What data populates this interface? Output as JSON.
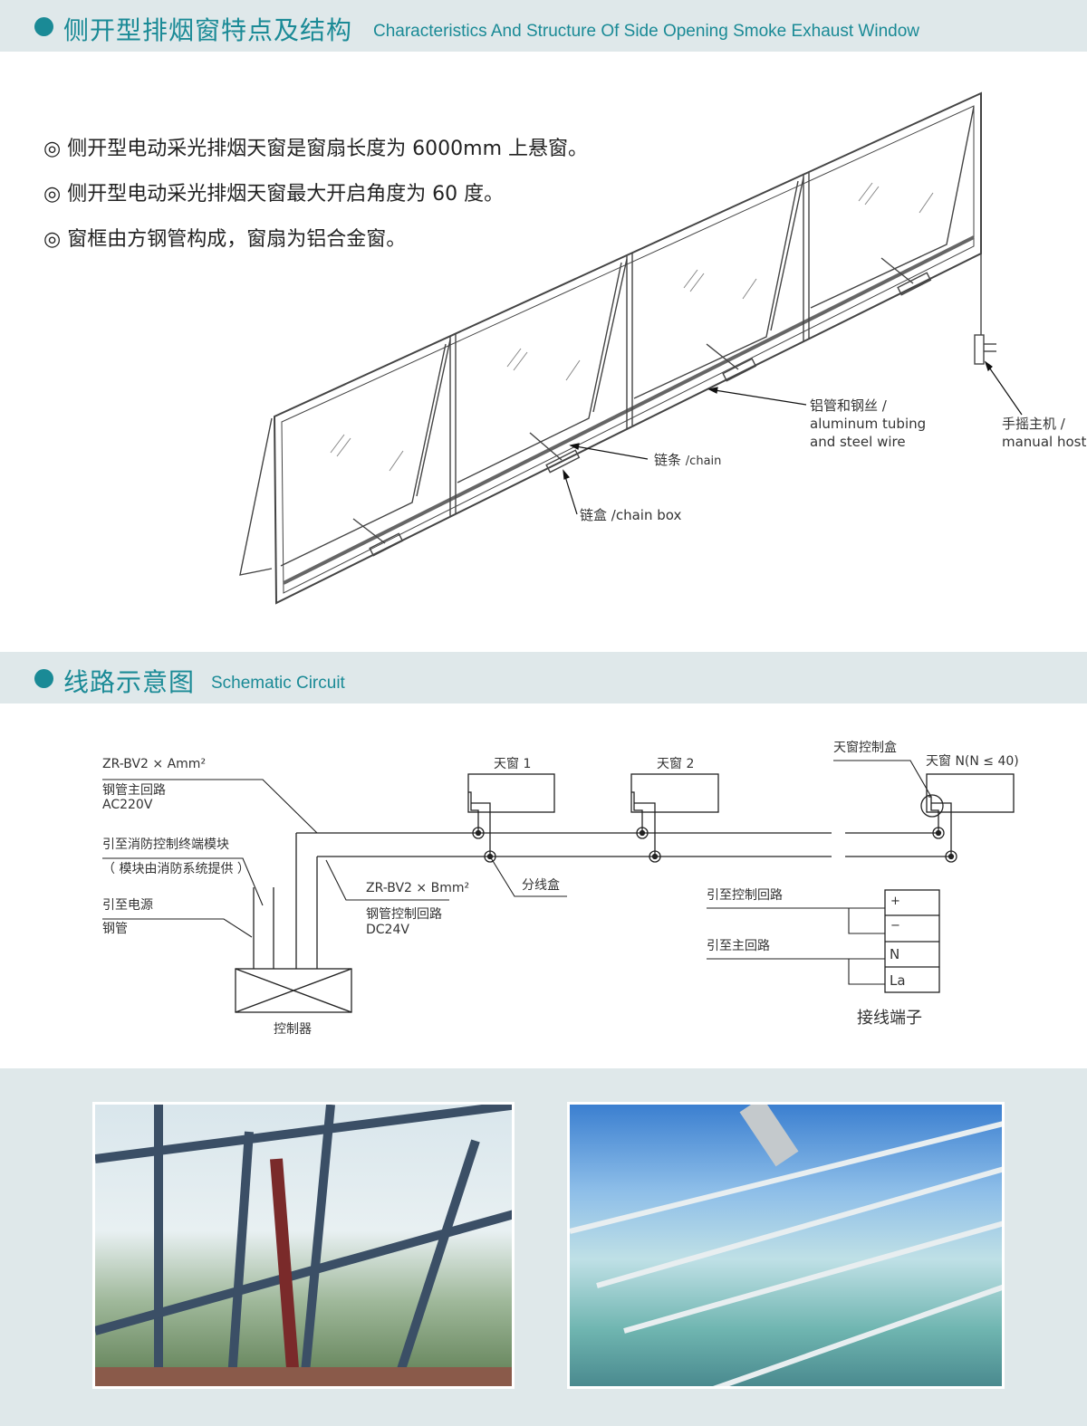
{
  "section1": {
    "title_zh": "侧开型排烟窗特点及结构",
    "title_en": "Characteristics And Structure Of Side Opening Smoke Exhaust Window",
    "bullets": [
      "◎ 侧开型电动采光排烟天窗是窗扇长度为 6000mm 上悬窗。",
      "◎ 侧开型电动采光排烟天窗最大开启角度为 60 度。",
      "◎ 窗框由方钢管构成，窗扇为铝合金窗。"
    ],
    "labels": {
      "tubing_zh": "铝管和钢丝 /",
      "tubing_en1": "aluminum tubing",
      "tubing_en2": "and steel wire",
      "host_zh": "手摇主机 /",
      "host_en": "manual host",
      "chain_zh": "链条",
      "chain_en": "/chain",
      "chainbox_zh": "链盒",
      "chainbox_en": "/chain box"
    }
  },
  "section2": {
    "title_zh": "线路示意图",
    "title_en": "Schematic Circuit",
    "labels": {
      "main_cable": "ZR-BV2 × Amm²",
      "main_pipe": "钢管主回路",
      "main_voltage": "AC220V",
      "fire_module": "引至消防控制终端模块",
      "fire_module_note": "（ 模块由消防系统提供 ）",
      "power": "引至电源",
      "steel_pipe": "钢管",
      "ctrl_cable": "ZR-BV2 × Bmm²",
      "ctrl_pipe": "钢管控制回路",
      "ctrl_voltage": "DC24V",
      "skylight1": "天窗 1",
      "skylight2": "天窗 2",
      "skylight_box": "天窗控制盒",
      "skylightN": "天窗 N(N ≤ 40)",
      "junction_box": "分线盒",
      "to_ctrl": "引至控制回路",
      "to_main": "引至主回路",
      "terminal": "接线端子",
      "controller": "控制器",
      "terminals": [
        "+",
        "−",
        "N",
        "La"
      ]
    }
  },
  "colors": {
    "accent": "#1a8a96",
    "band": "#dfe8ea"
  }
}
